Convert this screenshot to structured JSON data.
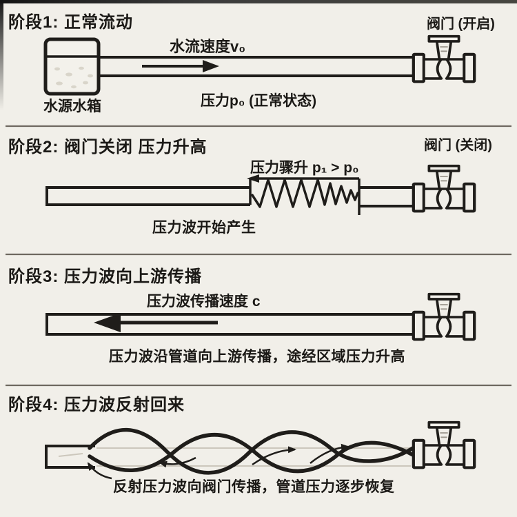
{
  "page": {
    "background_color": "#f1efe9",
    "ink_color": "#1f1d1a",
    "divider_color": "#6e6860"
  },
  "stages": [
    {
      "title": "阶段1: 正常流动",
      "tank_label": "水源水箱",
      "flow_label": "水流速度v₀",
      "pressure_label": "压力p₀ (正常状态)",
      "valve_label": "阀门 (开启)"
    },
    {
      "title": "阶段2: 阀门关闭 压力升高",
      "surge_label": "压力骤升 p₁ > p₀",
      "caption": "压力波开始产生",
      "valve_label": "阀门 (关闭)"
    },
    {
      "title": "阶段3: 压力波向上游传播",
      "wave_speed_label": "压力波传播速度 c",
      "caption": "压力波沿管道向上游传播，途经区域压力升高"
    },
    {
      "title": "阶段4: 压力波反射回来",
      "caption": "反射压力波向阀门传播，管道压力逐步恢复"
    }
  ]
}
